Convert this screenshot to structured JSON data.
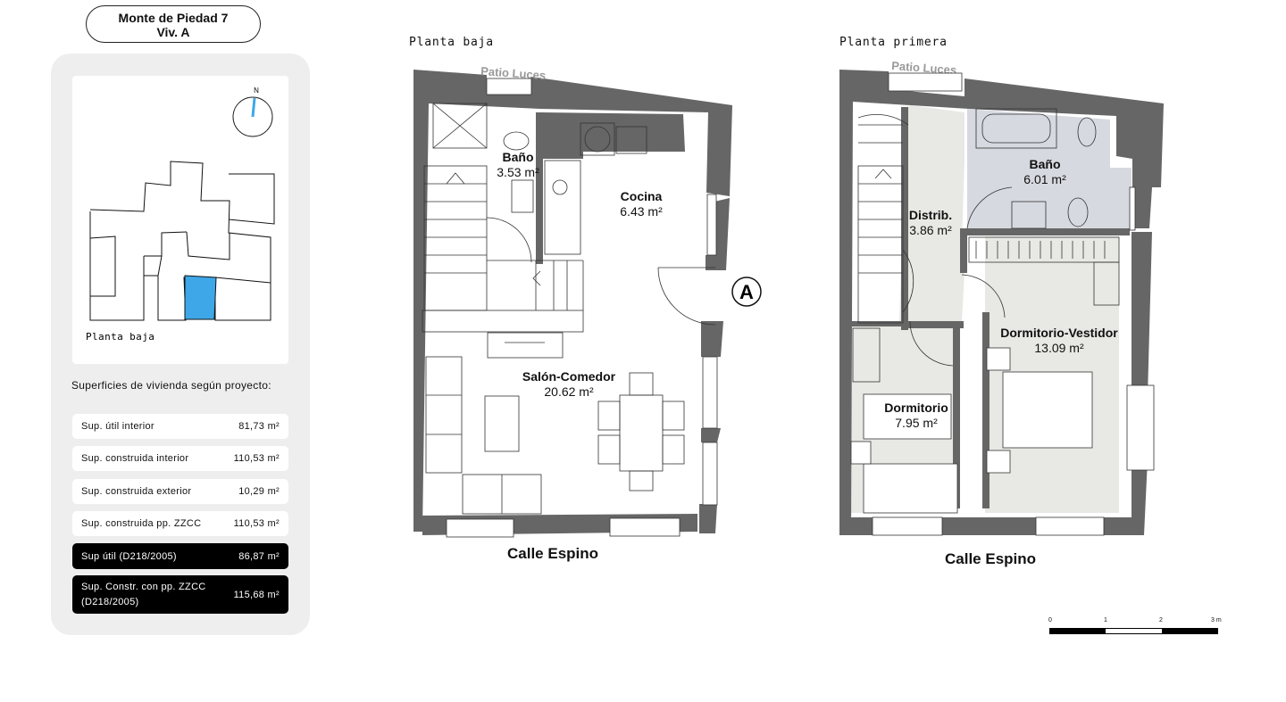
{
  "header": {
    "line1": "Monte de Piedad 7",
    "line2": "Viv. A"
  },
  "keymap": {
    "north": "N",
    "caption": "Planta baja"
  },
  "surfaces": {
    "title": "Superficies de vivienda según proyecto:",
    "rows": [
      {
        "label": "Sup. útil interior",
        "value": "81,73 m²"
      },
      {
        "label": "Sup. construida interior",
        "value": "110,53 m²"
      },
      {
        "label": "Sup. construida exterior",
        "value": "10,29 m²"
      },
      {
        "label": "Sup. construida pp. ZZCC",
        "value": "110,53 m²"
      }
    ],
    "highlight": [
      {
        "label": "Sup útil (D218/2005)",
        "value": "86,87 m²"
      },
      {
        "label_line1": "Sup. Constr. con pp. ZZCC",
        "label_line2": "(D218/2005)",
        "value": "115,68 m²"
      }
    ]
  },
  "ground_floor": {
    "title": "Planta baja",
    "patio": "Patio Luces",
    "street": "Calle Espino",
    "entrance": "A",
    "rooms": [
      {
        "name": "Baño",
        "area": "3.53 m²"
      },
      {
        "name": "Cocina",
        "area": "6.43 m²"
      },
      {
        "name": "Salón-Comedor",
        "area": "20.62 m²"
      }
    ]
  },
  "first_floor": {
    "title": "Planta primera",
    "patio": "Patio Luces",
    "street": "Calle Espino",
    "rooms": [
      {
        "name": "Baño",
        "area": "6.01 m²"
      },
      {
        "name": "Distrib.",
        "area": "3.86 m²"
      },
      {
        "name": "Dormitorio-Vestidor",
        "area": "13.09 m²"
      },
      {
        "name": "Dormitorio",
        "area": "7.95 m²"
      }
    ]
  },
  "scale": {
    "ticks": [
      "0",
      "1",
      "2",
      "3 m"
    ]
  },
  "colors": {
    "wall": "#666666",
    "highlight": "#3ea7e8",
    "bathroom": "#d7d9e0",
    "room_fill": "#e8e8e4"
  }
}
